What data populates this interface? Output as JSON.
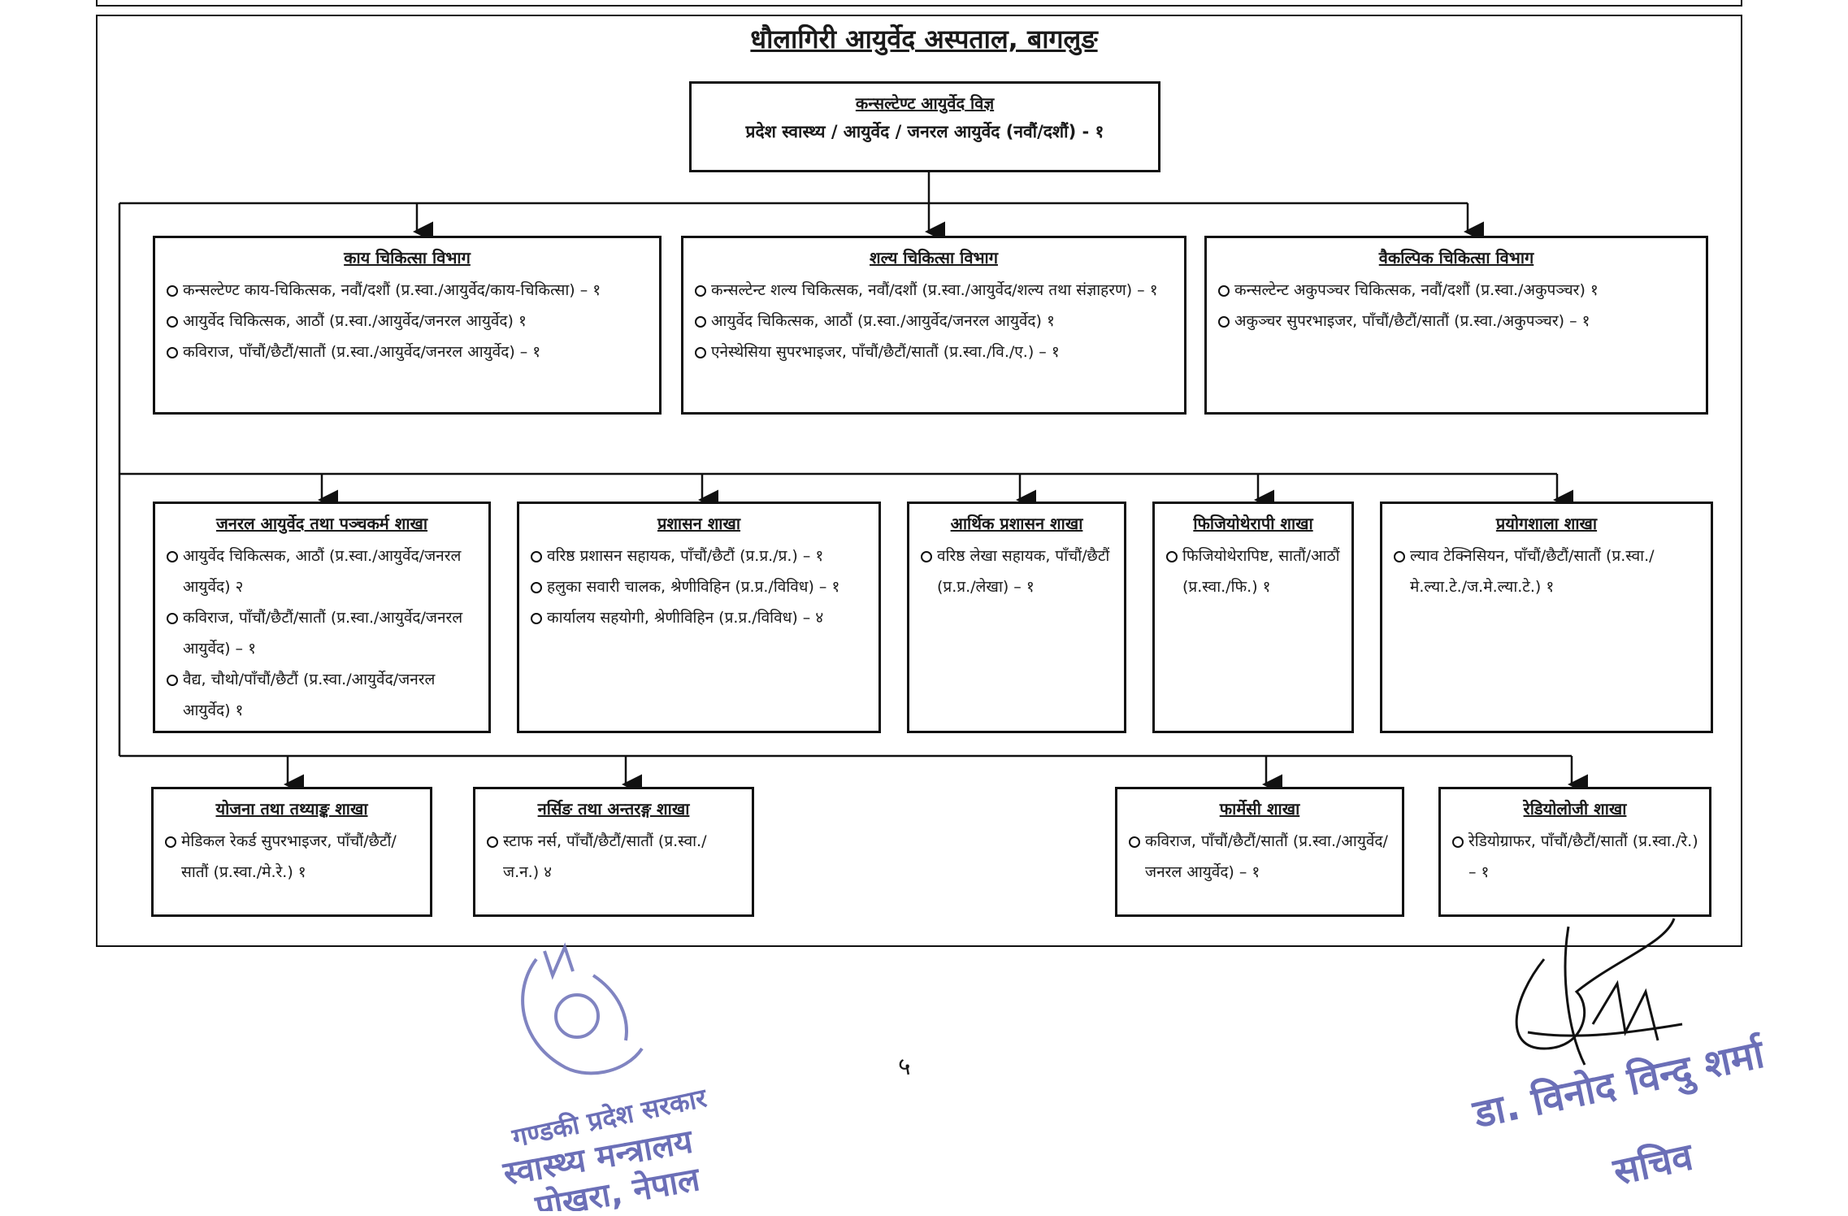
{
  "title": "धौलागिरी आयुर्वेद अस्पताल, बागलुङ",
  "top": {
    "title": "कन्सल्टेण्ट आयुर्वेद विज्ञ",
    "line": "प्रदेश स्वास्थ्य / आयुर्वेद / जनरल आयुर्वेद (नवौं/दशौं) - १"
  },
  "departments": [
    {
      "title": "काय चिकित्सा विभाग",
      "items": [
        "कन्सल्टेण्ट काय-चिकित्सक, नवौं/दशौं (प्र.स्वा./आयुर्वेद/काय-चिकित्सा) – १",
        "आयुर्वेद चिकित्सक, आठौं (प्र.स्वा./आयुर्वेद/जनरल आयुर्वेद)    १",
        "कविराज, पाँचौं/छैटौं/सातौं (प्र.स्वा./आयुर्वेद/जनरल आयुर्वेद) – १"
      ]
    },
    {
      "title": "शल्य चिकित्सा विभाग",
      "items": [
        "कन्सल्टेन्ट शल्य चिकित्सक, नवौं/दशौं (प्र.स्वा./आयुर्वेद/शल्य तथा संज्ञाहरण) – १",
        "आयुर्वेद चिकित्सक, आठौं (प्र.स्वा./आयुर्वेद/जनरल आयुर्वेद)    १",
        "एनेस्थेसिया सुपरभाइजर, पाँचौं/छैटौं/सातौं (प्र.स्वा./वि./ए.) – १"
      ]
    },
    {
      "title": "वैकल्पिक चिकित्सा विभाग",
      "items": [
        "कन्सल्टेन्ट अकुपञ्चर चिकित्सक, नवौं/दशौं (प्र.स्वा./अकुपञ्चर)    १",
        "अकुञ्चर सुपरभाइजर, पाँचौं/छैटौं/सातौं (प्र.स्वा./अकुपञ्चर) – १"
      ]
    }
  ],
  "sections_row1": [
    {
      "title": "जनरल आयुर्वेद तथा पञ्चकर्म शाखा",
      "items": [
        "आयुर्वेद चिकित्सक, आठौं (प्र.स्वा./आयुर्वेद/जनरल आयुर्वेद)    २",
        "कविराज, पाँचौं/छैटौं/सातौं (प्र.स्वा./आयुर्वेद/जनरल आयुर्वेद) – १",
        "वैद्य, चौथो/पाँचौं/छैटौं (प्र.स्वा./आयुर्वेद/जनरल आयुर्वेद)    १"
      ]
    },
    {
      "title": "प्रशासन शाखा",
      "items": [
        "वरिष्ठ प्रशासन सहायक, पाँचौं/छैटौं (प्र.प्र./प्र.) – १",
        "हलुका सवारी चालक, श्रेणीविहिन (प्र.प्र./विविध) – १",
        "कार्यालय सहयोगी, श्रेणीविहिन (प्र.प्र./विविध) – ४"
      ]
    },
    {
      "title": "आर्थिक प्रशासन शाखा",
      "items": [
        "वरिष्ठ लेखा सहायक, पाँचौं/छैटौं (प्र.प्र./लेखा) – १"
      ]
    },
    {
      "title": "फिजियोथेरापी शाखा",
      "items": [
        "फिजियोथेरापिष्ट, सातौं/आठौं (प्र.स्वा./फि.)    १"
      ]
    },
    {
      "title": "प्रयोगशाला शाखा",
      "items": [
        "ल्याव टेक्निसियन, पाँचौं/छैटौं/सातौं (प्र.स्वा./मे.ल्या.टे./ज.मे.ल्या.टे.)    १"
      ]
    }
  ],
  "sections_row2": [
    {
      "title": "योजना तथा तथ्याङ्क शाखा",
      "items": [
        "मेडिकल रेकर्ड सुपरभाइजर, पाँचौं/छैटौं/सातौं (प्र.स्वा./मे.रे.)    १"
      ]
    },
    {
      "title": "नर्सिङ तथा अन्तरङ्ग शाखा",
      "items": [
        "स्टाफ नर्स, पाँचौं/छैटौं/सातौं (प्र.स्वा./ज.न.)    ४"
      ]
    },
    {
      "title": "फार्मेसी शाखा",
      "items": [
        "कविराज, पाँचौं/छैटौं/सातौं (प्र.स्वा./आयुर्वेद/जनरल आयुर्वेद) – १"
      ]
    },
    {
      "title": "रेडियोलोजी शाखा",
      "items": [
        "रेडियोग्राफर, पाँचौं/छैटौं/सातौं (प्र.स्वा./रे.) – १"
      ]
    }
  ],
  "page_number": "५",
  "stamp": {
    "line1": "गण्डकी प्रदेश सरकार",
    "line2": "स्वास्थ्य मन्त्रालय",
    "line3": "पोखरा, नेपाल"
  },
  "signatory": {
    "name": "डा. विनोद विन्दु शर्मा",
    "designation": "सचिव"
  },
  "colors": {
    "ink": "#111111",
    "stamp": "#6b6fb7"
  }
}
